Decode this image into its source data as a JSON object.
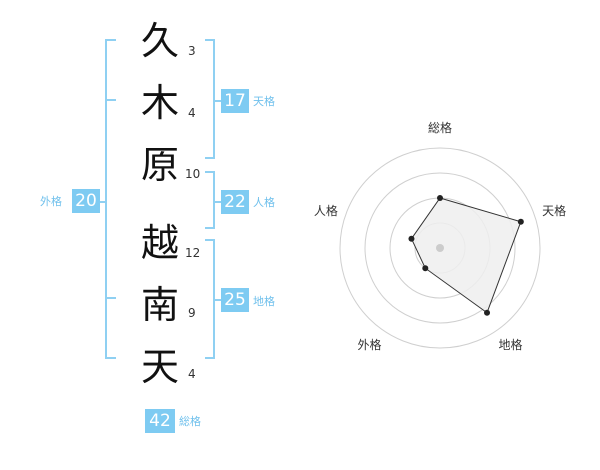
{
  "name_chars": [
    {
      "char": "久",
      "strokes": "3"
    },
    {
      "char": "木",
      "strokes": "4"
    },
    {
      "char": "原",
      "strokes": "10"
    },
    {
      "char": "越",
      "strokes": "12"
    },
    {
      "char": "南",
      "strokes": "9"
    },
    {
      "char": "天",
      "strokes": "4"
    }
  ],
  "scores": {
    "tenkaku": {
      "value": "17",
      "label": "天格"
    },
    "jinkaku": {
      "value": "22",
      "label": "人格"
    },
    "chikaku": {
      "value": "25",
      "label": "地格"
    },
    "gaikaku": {
      "value": "20",
      "label": "外格"
    },
    "soukaku": {
      "value": "42",
      "label": "総格"
    }
  },
  "radar": {
    "axis_labels": [
      "総格",
      "天格",
      "地格",
      "外格",
      "人格"
    ],
    "levels": 4,
    "values": [
      0.5,
      0.85,
      0.8,
      0.25,
      0.3
    ],
    "colors": {
      "ring": "#cfcfcf",
      "fill": "#eeeeee",
      "line": "#333333",
      "point": "#222222",
      "center": "#cccccc"
    }
  },
  "colors": {
    "accent": "#7ecbf2",
    "accent_text": "#6fc0ec",
    "bracket": "#8fd0f2"
  }
}
